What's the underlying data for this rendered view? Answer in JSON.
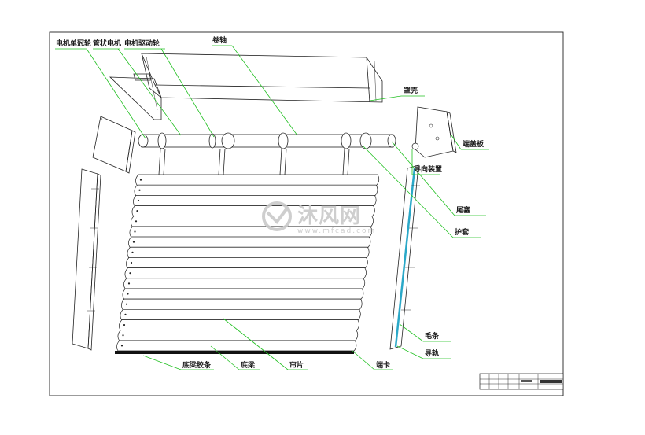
{
  "labels": {
    "top_left_1": "电机单冠轮",
    "top_left_2": "管状电机",
    "top_left_3": "电机驱动轮",
    "roller": "卷轴",
    "box": "罩壳",
    "end_plate": "端盖板",
    "guide_device": "导向装置",
    "tail_plug": "尾塞",
    "sleeve": "护套",
    "brush": "毛条",
    "guide_rail": "导轨",
    "bottom_seal": "底梁胶条",
    "bottom_beam": "底梁",
    "slats": "帘片",
    "end_clip": "端卡"
  },
  "watermark": {
    "brand": "沐风网",
    "url": "www.mfcad.com"
  },
  "colors": {
    "leader": "#22c022",
    "rail_accent": "#2aa8c8",
    "line": "#222222"
  }
}
